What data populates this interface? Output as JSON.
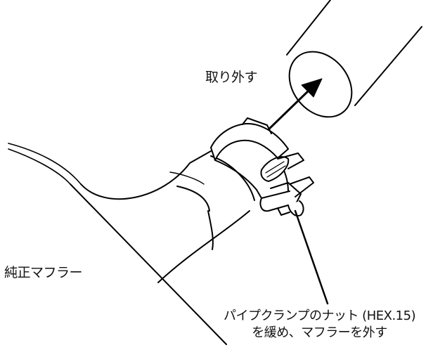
{
  "labels": {
    "remove": "取り外す",
    "stock_muffler": "純正マフラー",
    "nut_line1": "パイプクランプのナット (HEX.15)",
    "nut_line2": "を緩め、マフラーを外す"
  }
}
